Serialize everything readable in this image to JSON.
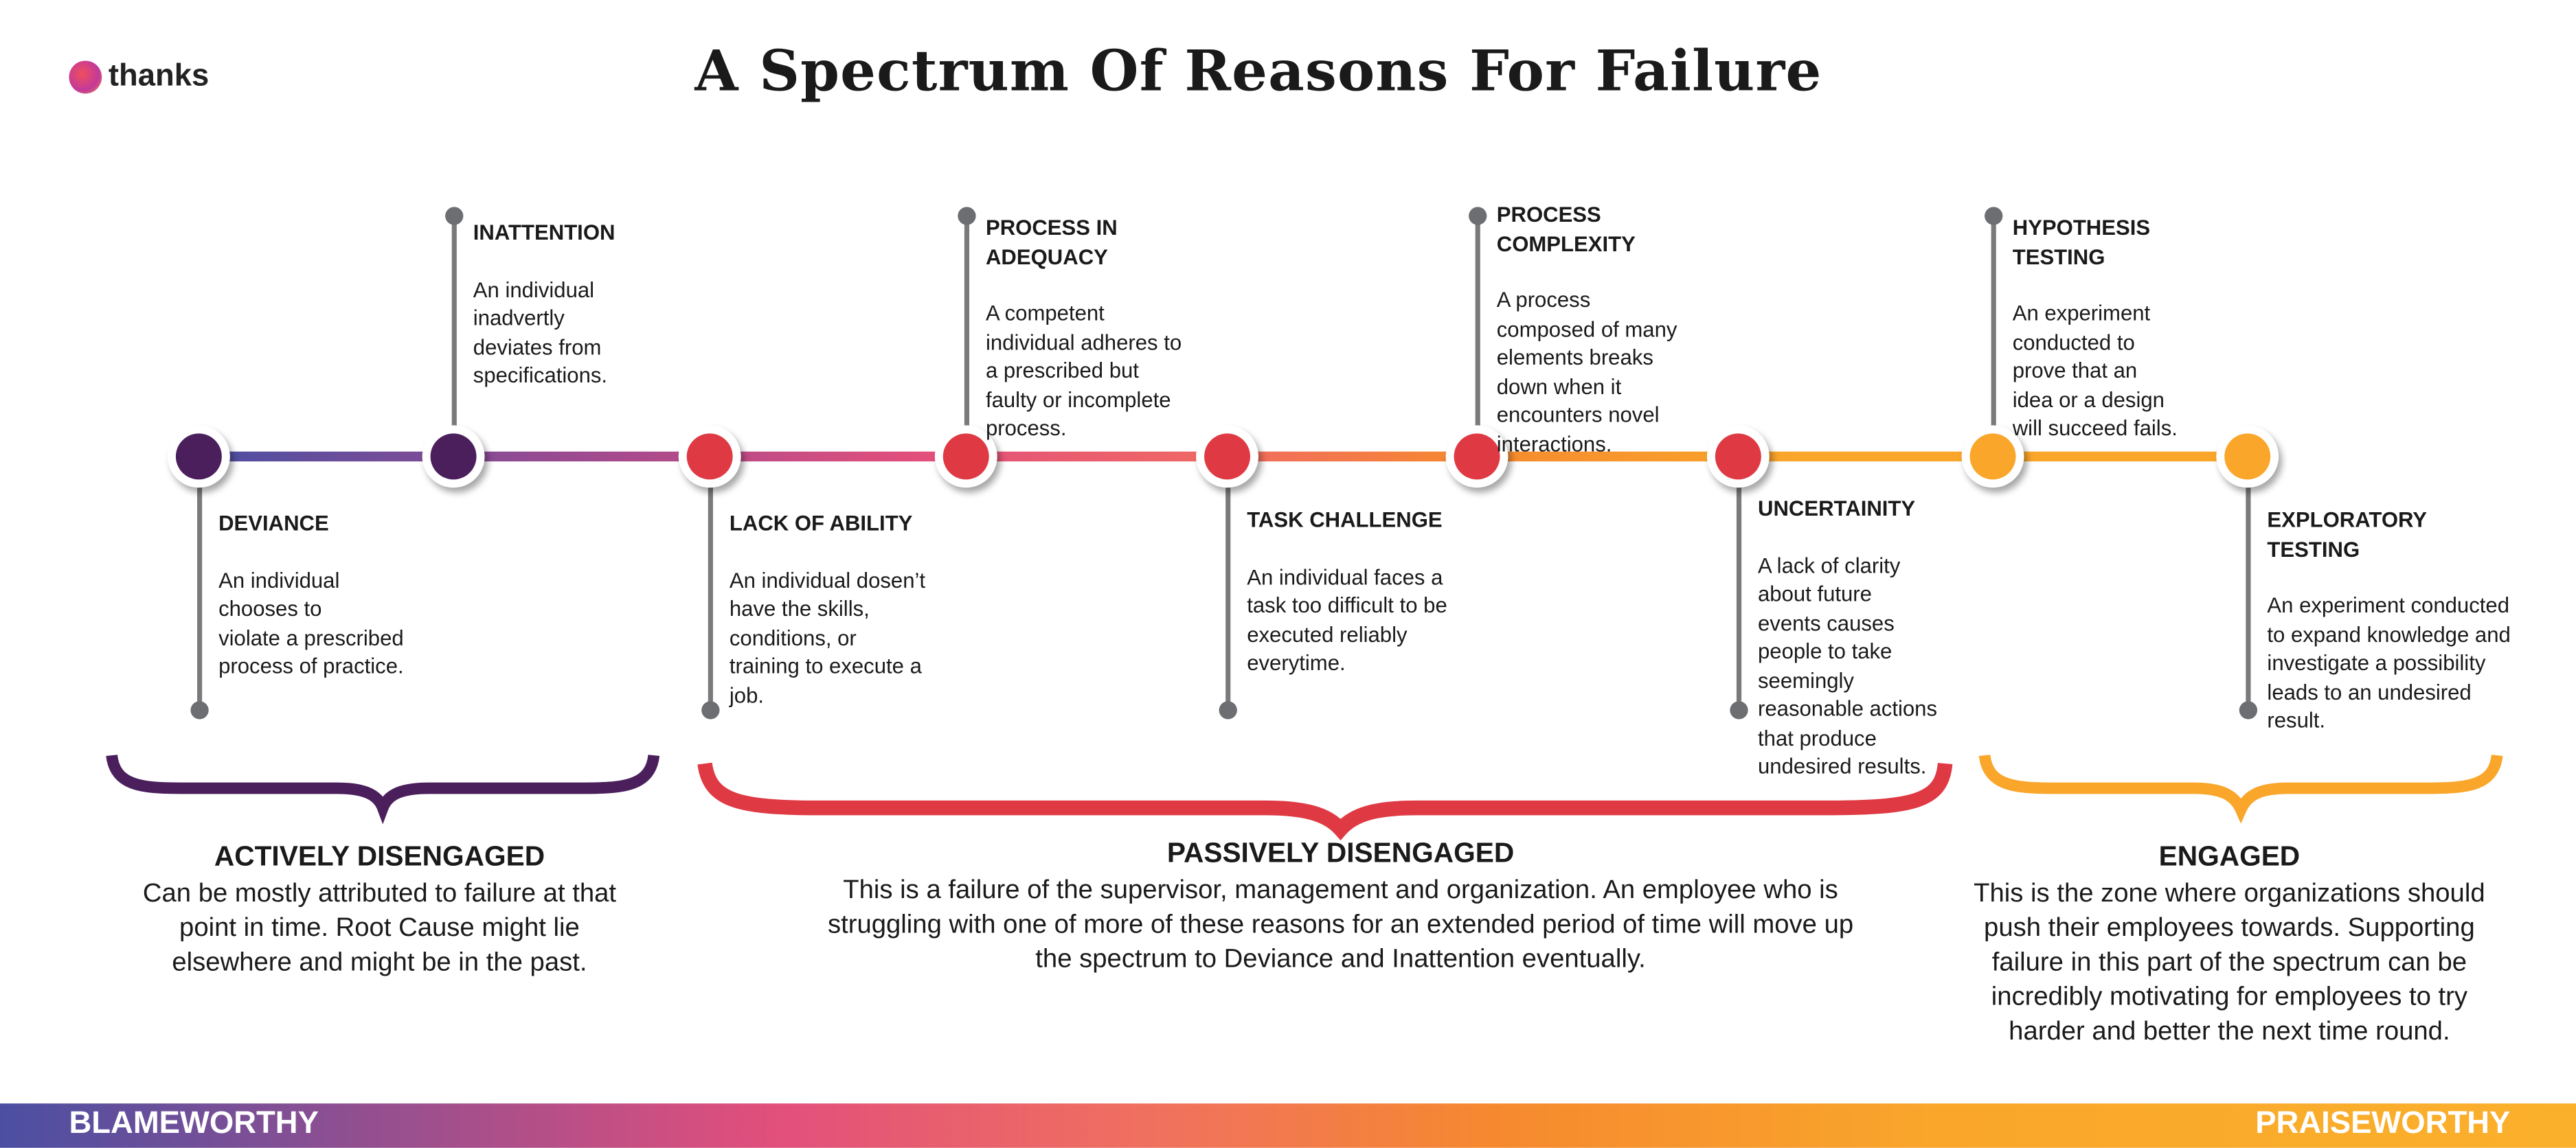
{
  "logo": {
    "text": "thanks",
    "icon": "thanks-flower-logo"
  },
  "title": "A Spectrum Of Reasons For Failure",
  "colors": {
    "purple": "#4a1f5c",
    "red": "#df3a44",
    "orange": "#f9a62b"
  },
  "items": [
    {
      "title": "DEVIANCE",
      "desc": "An individual\nchooses to\nviolate a prescribed\nprocess of practice."
    },
    {
      "title": "INATTENTION",
      "desc": "An individual\ninadvertly\ndeviates from\nspecifications."
    },
    {
      "title": "LACK OF ABILITY",
      "desc": "An individual dosen’t\nhave the skills,\nconditions, or\ntraining to execute a\njob."
    },
    {
      "title": "PROCESS IN\nADEQUACY",
      "desc": "A competent\nindividual adheres to\na prescribed but\nfaulty or incomplete\nprocess."
    },
    {
      "title": "TASK CHALLENGE",
      "desc": "An individual faces a\ntask too difficult to be\nexecuted reliably\neverytime."
    },
    {
      "title": "PROCESS\nCOMPLEXITY",
      "desc": "A process\ncomposed of many\nelements breaks\ndown when it\nencounters novel\ninteractions."
    },
    {
      "title": "UNCERTAINITY",
      "desc": "A lack of clarity\nabout future\nevents causes\npeople to take\nseemingly\nreasonable actions\nthat produce\nundesired results."
    },
    {
      "title": "HYPOTHESIS\nTESTING",
      "desc": "An experiment\nconducted to\nprove that an\nidea or a design\nwill succeed fails."
    },
    {
      "title": "EXPLORATORY\nTESTING",
      "desc": "An experiment conducted\nto expand knowledge and\ninvestigate a possibility\nleads to an undesired\nresult."
    }
  ],
  "sections": [
    {
      "title": "ACTIVELY DISENGAGED",
      "text": "Can be mostly attributed to failure at that point in time. Root Cause might lie elsewhere and might be in the past."
    },
    {
      "title": "PASSIVELY DISENGAGED",
      "text": "This is a failure of the supervisor, management and organization. An employee who is struggling with one of more of these reasons for an extended period of time will move up the spectrum to Deviance and Inattention eventually."
    },
    {
      "title": "ENGAGED",
      "text": "This is the zone where organizations should push their employees towards. Supporting failure in this part of the spectrum can be incredibly motivating for employees to try harder and better the next time round."
    }
  ],
  "scale": {
    "left": "BLAMEWORTHY",
    "right": "PRAISEWORTHY"
  }
}
